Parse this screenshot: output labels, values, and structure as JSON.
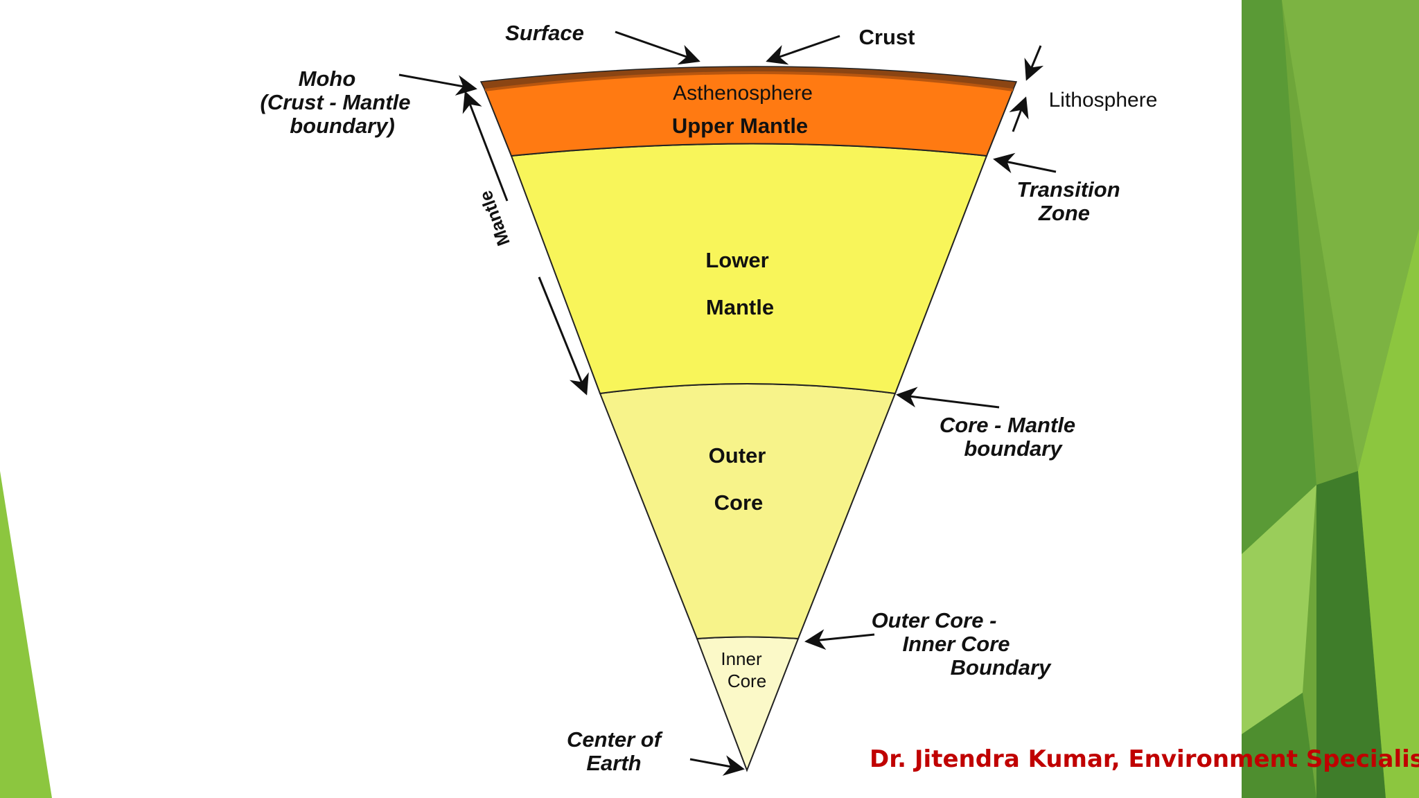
{
  "labels": {
    "surface": "Surface",
    "crust": "Crust",
    "moho_line1": "Moho",
    "moho_line2": "(Crust - Mantle",
    "moho_line3": "boundary)",
    "asthenosphere": "Asthenosphere",
    "upper_mantle": "Upper Mantle",
    "lithosphere": "Lithosphere",
    "transition_line1": "Transition",
    "transition_line2": "Zone",
    "mantle_side": "Mantle",
    "lower_mantle_line1": "Lower",
    "lower_mantle_line2": "Mantle",
    "core_mantle_line1": "Core - Mantle",
    "core_mantle_line2": "boundary",
    "outer_core_line1": "Outer",
    "outer_core_line2": "Core",
    "oc_ic_line1": "Outer Core -",
    "oc_ic_line2": "Inner Core",
    "oc_ic_line3": "Boundary",
    "inner_core_line1": "Inner",
    "inner_core_line2": "Core",
    "center_line1": "Center of",
    "center_line2": "Earth"
  },
  "credit": "Dr. Jitendra Kumar, Environment Specialist",
  "colors": {
    "crust": "#8b4513",
    "upper_mantle": "#ff7a12",
    "lower_mantle": "#f8f55a",
    "outer_core": "#f7f38a",
    "inner_core": "#fbf9c8",
    "credit": "#c00000",
    "green_dark": "#3f7d2a",
    "green_light": "#8cc63f"
  }
}
